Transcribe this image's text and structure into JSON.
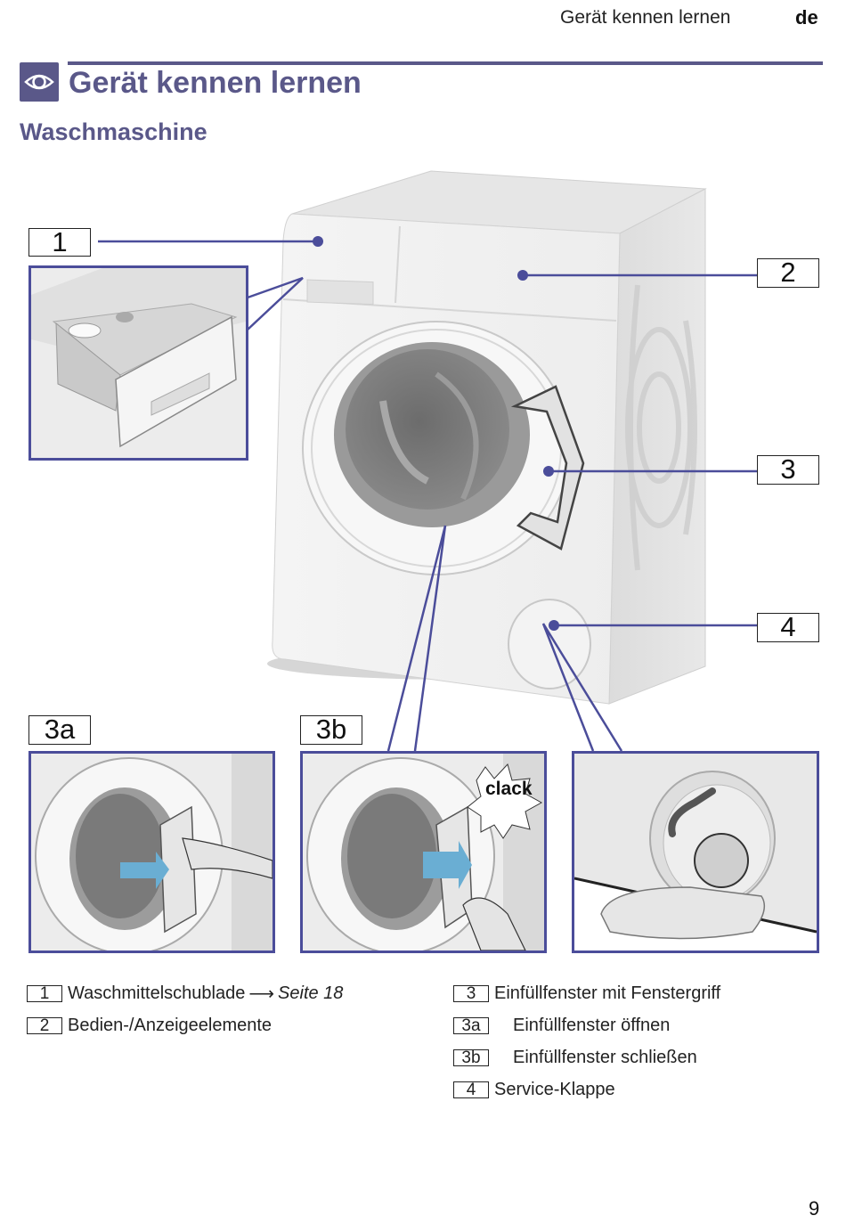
{
  "header": {
    "running_title": "Gerät kennen lernen",
    "language": "de"
  },
  "section": {
    "icon": "eye-icon",
    "title": "Gerät kennen lernen",
    "subtitle": "Waschmaschine"
  },
  "callouts": {
    "c1": "1",
    "c2": "2",
    "c3": "3",
    "c4": "4",
    "c3a": "3a",
    "c3b": "3b"
  },
  "illustration": {
    "clack_text": "clack",
    "accent_color": "#4b4d9a",
    "arrow_color": "#6aaed3"
  },
  "legend": {
    "left": [
      {
        "num": "1",
        "text": "Waschmittelschublade",
        "arrow": "⟶",
        "ref": "Seite 18"
      },
      {
        "num": "2",
        "text": "Bedien-/Anzeigeelemente"
      }
    ],
    "right": [
      {
        "num": "3",
        "text": "Einfüllfenster mit Fenstergriff"
      },
      {
        "num": "3a",
        "text": "Einfüllfenster öffnen"
      },
      {
        "num": "3b",
        "text": "Einfüllfenster schließen"
      },
      {
        "num": "4",
        "text": "Service-Klappe"
      }
    ]
  },
  "footer": {
    "page_number": "9"
  }
}
